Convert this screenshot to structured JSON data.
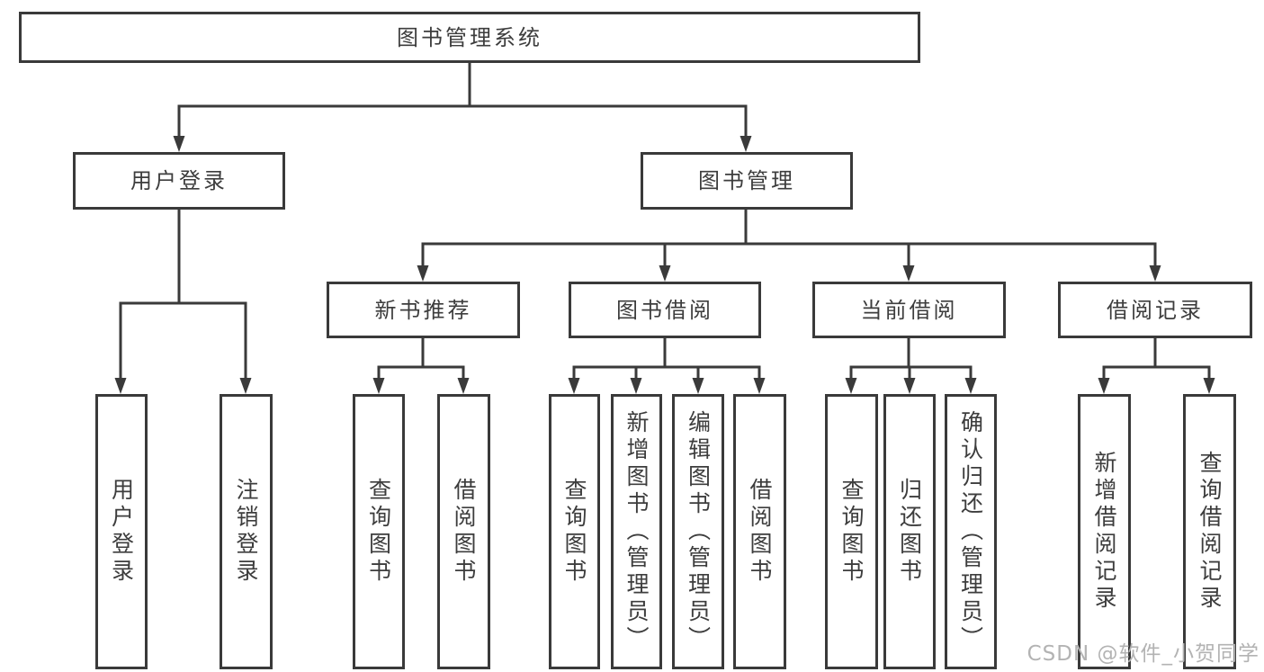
{
  "colors": {
    "line": "#3a3a3a",
    "text": "#3d3d3d",
    "background": "#ffffff",
    "watermark": "#b3b3b3"
  },
  "diagram": {
    "root": {
      "label": "图书管理系统"
    },
    "level2": [
      {
        "id": "user-login",
        "label": "用户登录"
      },
      {
        "id": "book-management",
        "label": "图书管理"
      }
    ],
    "level3": [
      {
        "id": "new-book-recommend",
        "label": "新书推荐"
      },
      {
        "id": "book-borrow",
        "label": "图书借阅"
      },
      {
        "id": "current-borrow",
        "label": "当前借阅"
      },
      {
        "id": "borrow-records",
        "label": "借阅记录"
      }
    ],
    "leaves": [
      {
        "id": "user-login-action",
        "label": "用户登录"
      },
      {
        "id": "logout",
        "label": "注销登录"
      },
      {
        "id": "query-books-recommend",
        "label": "查询图书"
      },
      {
        "id": "borrow-book-recommend",
        "label": "借阅图书"
      },
      {
        "id": "query-books-borrow",
        "label": "查询图书"
      },
      {
        "id": "add-book-admin",
        "label": "新增图书（管理员）"
      },
      {
        "id": "edit-book-admin",
        "label": "编辑图书（管理员）"
      },
      {
        "id": "borrow-book",
        "label": "借阅图书"
      },
      {
        "id": "query-books-current",
        "label": "查询图书"
      },
      {
        "id": "return-book",
        "label": "归还图书"
      },
      {
        "id": "confirm-return-admin",
        "label": "确认归还（管理员）"
      },
      {
        "id": "add-borrow-record",
        "label": "新增借阅记录"
      },
      {
        "id": "query-borrow-record",
        "label": "查询借阅记录"
      }
    ]
  },
  "watermark": {
    "text": "CSDN @软件_小贺同学"
  }
}
